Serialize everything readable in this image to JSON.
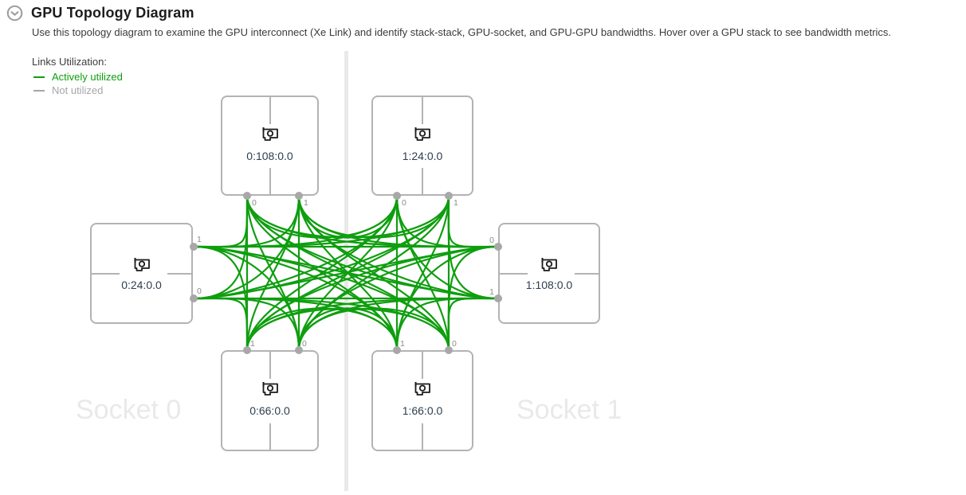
{
  "header": {
    "title": "GPU Topology Diagram",
    "description": "Use this topology diagram to examine the GPU interconnect (Xe Link) and identify stack-stack, GPU-socket, and GPU-GPU bandwidths. Hover over a GPU stack to see bandwidth metrics."
  },
  "legend": {
    "title": "Links Utilization:",
    "items": [
      {
        "label": "Actively utilized",
        "color": "#0f9e0f"
      },
      {
        "label": "Not utilized",
        "color": "#a6a6a6"
      }
    ]
  },
  "sockets": [
    {
      "label": "Socket 0"
    },
    {
      "label": "Socket 1"
    }
  ],
  "gpus": [
    {
      "id": "A",
      "label": "0:108:0.0",
      "socket": 0,
      "stacks": [
        "0",
        "1"
      ]
    },
    {
      "id": "B",
      "label": "1:24:0.0",
      "socket": 1,
      "stacks": [
        "0",
        "1"
      ]
    },
    {
      "id": "C",
      "label": "0:24:0.0",
      "socket": 0,
      "stacks": [
        "1",
        "0"
      ]
    },
    {
      "id": "D",
      "label": "1:108:0.0",
      "socket": 1,
      "stacks": [
        "0",
        "1"
      ]
    },
    {
      "id": "E",
      "label": "0:66:0.0",
      "socket": 0,
      "stacks": [
        "1",
        "0"
      ]
    },
    {
      "id": "F",
      "label": "1:66:0.0",
      "socket": 1,
      "stacks": [
        "1",
        "0"
      ]
    }
  ],
  "links": {
    "state": "actively-utilized",
    "color": "#0f9e0f",
    "gpu_pairs": [
      [
        "A",
        "B"
      ],
      [
        "A",
        "C"
      ],
      [
        "A",
        "D"
      ],
      [
        "A",
        "E"
      ],
      [
        "A",
        "F"
      ],
      [
        "B",
        "C"
      ],
      [
        "B",
        "D"
      ],
      [
        "B",
        "E"
      ],
      [
        "B",
        "F"
      ],
      [
        "C",
        "D"
      ],
      [
        "C",
        "E"
      ],
      [
        "C",
        "F"
      ],
      [
        "D",
        "E"
      ],
      [
        "D",
        "F"
      ],
      [
        "E",
        "F"
      ]
    ]
  }
}
